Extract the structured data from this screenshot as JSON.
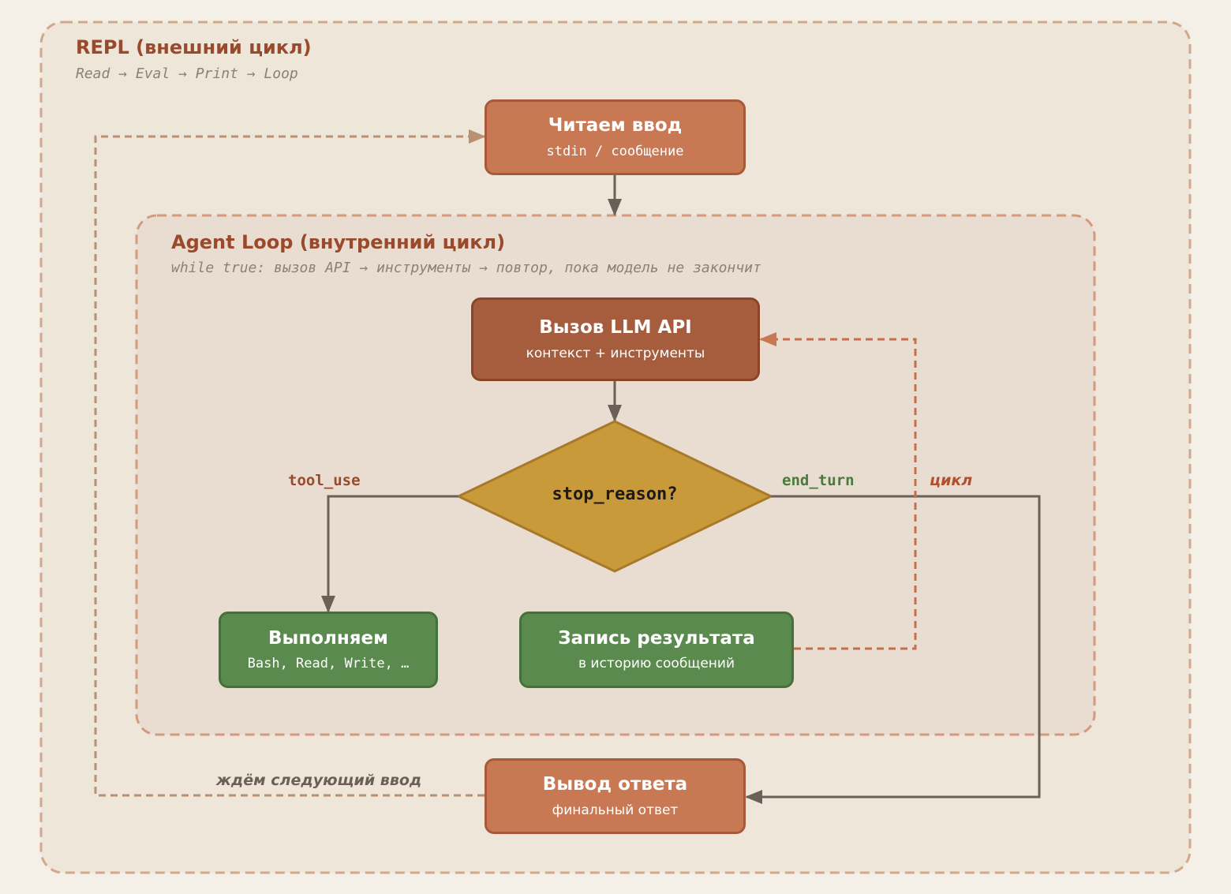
{
  "outer_frame": {
    "title": "REPL (внешний цикл)",
    "subtitle": "Read → Eval → Print → Loop"
  },
  "inner_frame": {
    "title": "Agent Loop (внутренний цикл)",
    "subtitle": "while true: вызов API → инструменты → повтор, пока модель не закончит"
  },
  "nodes": {
    "read_input": {
      "title": "Читаем ввод",
      "subtitle": "stdin / сообщение"
    },
    "llm_call": {
      "title": "Вызов LLM API",
      "subtitle": "контекст + инструменты"
    },
    "decision": {
      "label": "stop_reason?"
    },
    "execute": {
      "title": "Выполняем",
      "subtitle": "Bash, Read, Write, …"
    },
    "record_result": {
      "title": "Запись результата",
      "subtitle": "в историю сообщений"
    },
    "output": {
      "title": "Вывод ответа",
      "subtitle": "финальный ответ"
    }
  },
  "edges": {
    "tool_use": "tool_use",
    "end_turn": "end_turn",
    "cycle": "цикл",
    "wait_next": "ждём следующий ввод"
  },
  "colors": {
    "background": "#f4efe7",
    "outer_frame_fill": "#efe6da",
    "inner_frame_fill": "#e8ddd0",
    "frame_border": "#cfa88e",
    "node_orange": "#c97854",
    "node_brown": "#a55d3e",
    "node_green": "#5b8a4f",
    "diamond": "#c99a3a",
    "arrow_solid": "#6b6057",
    "arrow_loop": "#c56e4d",
    "label_green": "#4c7a3e",
    "label_brown": "#9a4a2c"
  }
}
